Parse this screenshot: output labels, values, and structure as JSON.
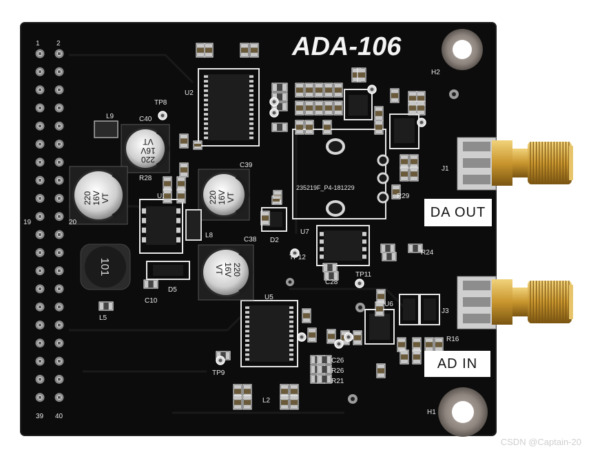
{
  "board": {
    "title": "ADA-106",
    "connector_pins": {
      "top_left": "1",
      "top_right": "2",
      "mid_left": "19",
      "mid_right": "20",
      "bottom_left": "39",
      "bottom_right": "40"
    },
    "labels": {
      "da_out": "DA OUT",
      "ad_in": "AD IN"
    },
    "refdes": {
      "u1": "U1",
      "u2": "U2",
      "u5": "U5",
      "u6": "U6",
      "u7": "U7",
      "j1": "J1",
      "j3": "J3",
      "h1": "H1",
      "h2": "H2",
      "l2": "L2",
      "l5": "L5",
      "l8": "L8",
      "l9": "L9",
      "d2": "D2",
      "d5": "D5",
      "c10": "C10",
      "c26": "C26",
      "c28": "C28",
      "c38": "C38",
      "c39": "C39",
      "c40": "C40",
      "r16": "R16",
      "r21": "R21",
      "r24": "R24",
      "r26": "R26",
      "r28": "R28",
      "r29": "R29",
      "tp8": "TP8",
      "tp9": "TP9",
      "tp11": "TP11",
      "tp12": "TP12"
    },
    "chip_marking": "235219F_P4-181229",
    "cap_marking": {
      "value": "220",
      "voltage": "16V",
      "series": "VT"
    },
    "inductor_marking": "101"
  },
  "watermark": "CSDN @Captain-20",
  "colors": {
    "pcb": "#0c0c0c",
    "silkscreen": "#e9e9e9",
    "gold": "#c9962e",
    "cap_body": "#2a2a2a",
    "pad": "#b7b7b7"
  }
}
